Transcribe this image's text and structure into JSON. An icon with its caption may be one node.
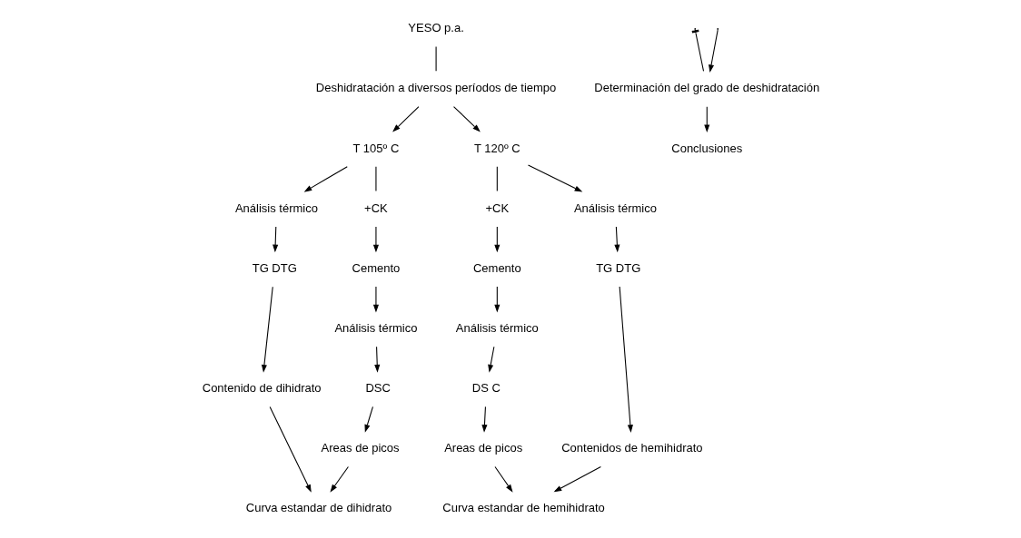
{
  "diagram": {
    "nodes": [
      {
        "text": [
          "YESO p.a."
        ]
      },
      {
        "text": [
          "Deshidratación a diversos períodos de tiempo"
        ]
      },
      {
        "text": [
          "T 105º C"
        ]
      },
      {
        "text": [
          "T 120º C"
        ]
      },
      {
        "text": [
          "Análisis térmico"
        ]
      },
      {
        "text": [
          "TG DTG"
        ]
      },
      {
        "text": [
          "Contenido de dihidrato"
        ]
      },
      {
        "text": [
          "+CK"
        ]
      },
      {
        "text": [
          "Cemento"
        ]
      },
      {
        "text": [
          "Análisis térmico"
        ]
      },
      {
        "text": [
          "DSC"
        ]
      },
      {
        "text": [
          "Areas de picos"
        ]
      },
      {
        "text": [
          "Curva estandar de dihidrato"
        ]
      },
      {
        "text": [
          "+CK"
        ]
      },
      {
        "text": [
          "Cemento"
        ]
      },
      {
        "text": [
          "Análisis térmico"
        ]
      },
      {
        "text": [
          "DS C"
        ]
      },
      {
        "text": [
          "Areas de picos"
        ]
      },
      {
        "text": [
          "Análisis térmico"
        ]
      },
      {
        "text": [
          "TG DTG"
        ]
      },
      {
        "text": [
          "Contenidos de hemihidrato"
        ]
      },
      {
        "text": [
          "Curva estandar de hemihidrato"
        ]
      },
      {
        "text": [
          "Determinación del grado de deshidratación"
        ]
      },
      {
        "text": [
          "Conclusiones"
        ]
      }
    ],
    "edges": [
      {
        "from": 0,
        "to": 1,
        "arrow": "none"
      },
      {
        "from": 1,
        "to": 2,
        "arrow": "to"
      },
      {
        "from": 1,
        "to": 3,
        "arrow": "to"
      },
      {
        "from": 2,
        "to": 4,
        "arrow": "to"
      },
      {
        "from": 4,
        "to": 5,
        "arrow": "to"
      },
      {
        "from": 5,
        "to": 6,
        "arrow": "to"
      },
      {
        "from": 2,
        "to": 7,
        "arrow": "none"
      },
      {
        "from": 7,
        "to": 8,
        "arrow": "to"
      },
      {
        "from": 8,
        "to": 9,
        "arrow": "to"
      },
      {
        "from": 9,
        "to": 10,
        "arrow": "to"
      },
      {
        "from": 10,
        "to": 11,
        "arrow": "to"
      },
      {
        "from": 6,
        "to": 12,
        "arrow": "to"
      },
      {
        "from": 11,
        "to": 12,
        "arrow": "to"
      },
      {
        "from": 3,
        "to": 13,
        "arrow": "none"
      },
      {
        "from": 13,
        "to": 14,
        "arrow": "to"
      },
      {
        "from": 14,
        "to": 15,
        "arrow": "to"
      },
      {
        "from": 15,
        "to": 16,
        "arrow": "to"
      },
      {
        "from": 16,
        "to": 17,
        "arrow": "to"
      },
      {
        "from": 3,
        "to": 18,
        "arrow": "to"
      },
      {
        "from": 18,
        "to": 19,
        "arrow": "to"
      },
      {
        "from": 19,
        "to": 20,
        "arrow": "to"
      },
      {
        "from": 17,
        "to": 21,
        "arrow": "to"
      },
      {
        "from": 20,
        "to": 21,
        "arrow": "to"
      },
      {
        "from": null,
        "to": 22,
        "arrow": "other"
      },
      {
        "from": null,
        "to": 22,
        "arrow": "to"
      },
      {
        "from": 22,
        "to": 23,
        "arrow": "to"
      }
    ]
  }
}
